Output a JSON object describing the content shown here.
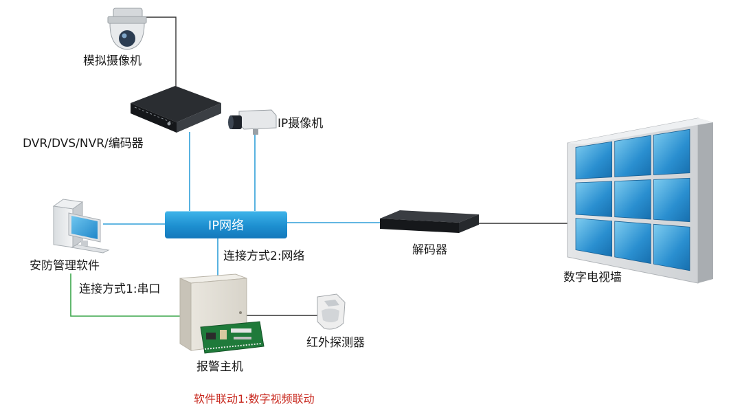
{
  "nodes": {
    "analog_camera": "模拟摄像机",
    "dvr": "DVR/DVS/NVR/编码器",
    "ip_camera": "IP摄像机",
    "ip_network": "IP网络",
    "security_software": "安防管理软件",
    "decoder": "解码器",
    "video_wall": "数字电视墙",
    "alarm_host": "报警主机",
    "ir_detector": "红外探测器"
  },
  "connections": {
    "method_2": "连接方式2:网络",
    "method_1": "连接方式1:串口"
  },
  "footer": {
    "caption": "软件联动1:数字视频联动"
  },
  "colors": {
    "network_line": "#2e9ed8",
    "serial_line": "#3aa64a",
    "device_line": "#333333",
    "caption": "#c8281e"
  }
}
